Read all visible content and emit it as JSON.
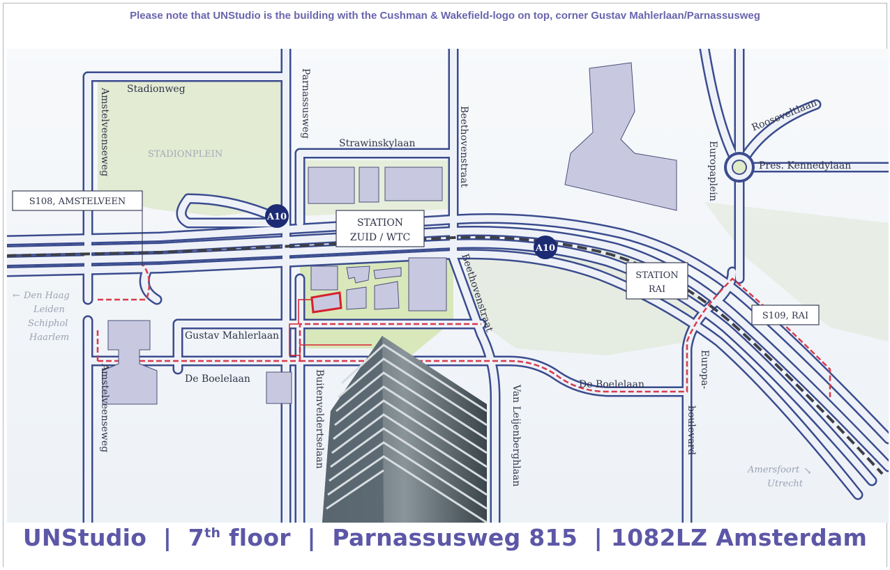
{
  "notice": "Please note that UNStudio is the building with the Cushman & Wakefield-logo on top, corner Gustav Mahlerlaan/Parnassusweg",
  "address": {
    "company": "UNStudio",
    "sep1": "|",
    "floor_num": "7",
    "floor_sup": "th",
    "floor_word": "floor",
    "sep2": "|",
    "street": "Parnassusweg 815",
    "sep3": "|",
    "city": "1082LZ Amsterdam"
  },
  "map": {
    "streets": {
      "stadionweg": "Stadionweg",
      "amstelveenseweg_n": "Amstelveenseweg",
      "amstelveenseweg_s": "Amstelveenseweg",
      "parnassusweg": "Parnassusweg",
      "strawinskylaan": "Strawinskylaan",
      "beethovenstraat_n": "Beethovenstraat",
      "beethovenstraat_s": "Beethovenstraat",
      "europaplein": "Europaplein",
      "rooseveltlaan": "Rooseveltlaan",
      "kennedylaan": "Pres. Kennedylaan",
      "gustav_mahlerlaan": "Gustav Mahlerlaan",
      "boelelaan_w": "De Boelelaan",
      "boelelaan_e": "De Boelelaan",
      "buitenveldertselaan": "Buitenveldertselaan",
      "van_leijenberghlaan": "Van Leijenberghlaan",
      "europaboulevard_1": "Europa-",
      "europaboulevard_2": "boulevard"
    },
    "areas": {
      "stadionplein": "STADIONPLEIN"
    },
    "boxes": {
      "s108": "S108, AMSTELVEEN",
      "station_zuid_1": "STATION",
      "station_zuid_2": "ZUID / WTC",
      "station_rai_1": "STATION",
      "station_rai_2": "RAI",
      "s109": "S109, RAI"
    },
    "highway_badges": [
      "A10",
      "A10"
    ],
    "directions_west": [
      "Den Haag",
      "Leiden",
      "Schiphol",
      "Haarlem"
    ],
    "directions_east": [
      "Amersfoort",
      "Utrecht"
    ],
    "arrows": {
      "west": "←",
      "east": "↘"
    },
    "colors": {
      "road_outline": "#3b4c8e",
      "road_fill": "#eef2f8",
      "route": "#d83a4c",
      "building": "#c8c9e0",
      "highlight": "#d6202c",
      "badge": "#1c2b74",
      "green": "#d9e7b8"
    }
  }
}
